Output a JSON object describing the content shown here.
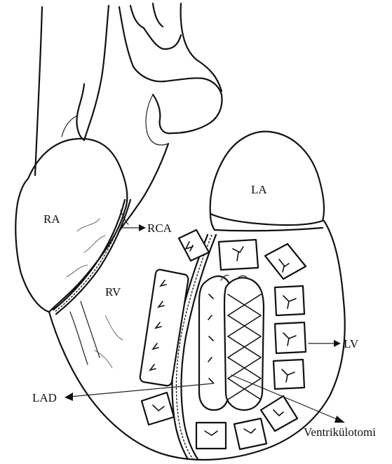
{
  "labels": {
    "ra": "RA",
    "la": "LA",
    "rca": "RCA",
    "rv": "RV",
    "lv": "LV",
    "lad": "LAD",
    "ventrikulotomi": "Ventrikülotomi"
  },
  "colors": {
    "ink": "#111111",
    "background": "#ffffff"
  }
}
